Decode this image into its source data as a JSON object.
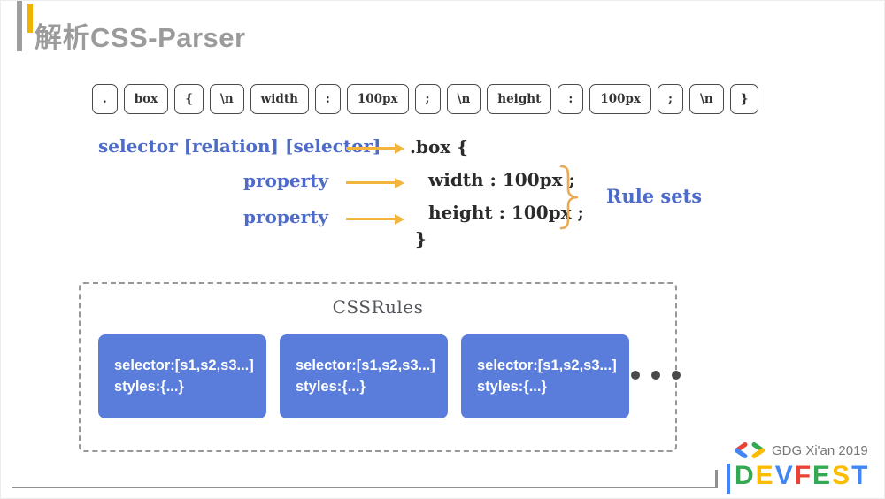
{
  "title": {
    "text": "解析CSS-Parser"
  },
  "tokens": [
    ".",
    "box",
    "{",
    "\\n",
    "width",
    ":",
    "100px",
    ";",
    "\\n",
    "height",
    ":",
    "100px",
    ";",
    "\\n",
    "}"
  ],
  "mapping": {
    "rows": [
      {
        "label": "selector [relation] [selector]",
        "code": ".box {"
      },
      {
        "label": "property",
        "code": "width : 100px ;"
      },
      {
        "label": "property",
        "code": "height : 100px ;"
      }
    ],
    "closing_brace": "}",
    "rule_sets_label": "Rule sets"
  },
  "cssrules": {
    "title": "CSSRules",
    "cards": [
      {
        "line1": "selector:[s1,s2,s3...]",
        "line2": "styles:{...}"
      },
      {
        "line1": "selector:[s1,s2,s3...]",
        "line2": "styles:{...}"
      },
      {
        "line1": "selector:[s1,s2,s3...]",
        "line2": "styles:{...}"
      }
    ],
    "ellipsis": "..."
  },
  "footer": {
    "gdg_text": "GDG Xi'an 2019",
    "devfest_letters": [
      {
        "char": "D",
        "color": "#34a853"
      },
      {
        "char": "E",
        "color": "#fbbc04"
      },
      {
        "char": "V",
        "color": "#4285f4"
      },
      {
        "char": "F",
        "color": "#ea4335"
      },
      {
        "char": "E",
        "color": "#34a853"
      },
      {
        "char": "S",
        "color": "#fbbc04"
      },
      {
        "char": "T",
        "color": "#4285f4"
      }
    ]
  },
  "colors": {
    "accent_blue_text": "#4d6bc8",
    "arrow_yellow": "#f3b53b",
    "brace_orange": "#e8ab54",
    "card_blue": "#5a7cda",
    "title_gray": "#9b9b9b",
    "google_blue": "#4285f4",
    "google_red": "#ea4335",
    "google_green": "#34a853",
    "google_yellow": "#fbbc04"
  }
}
